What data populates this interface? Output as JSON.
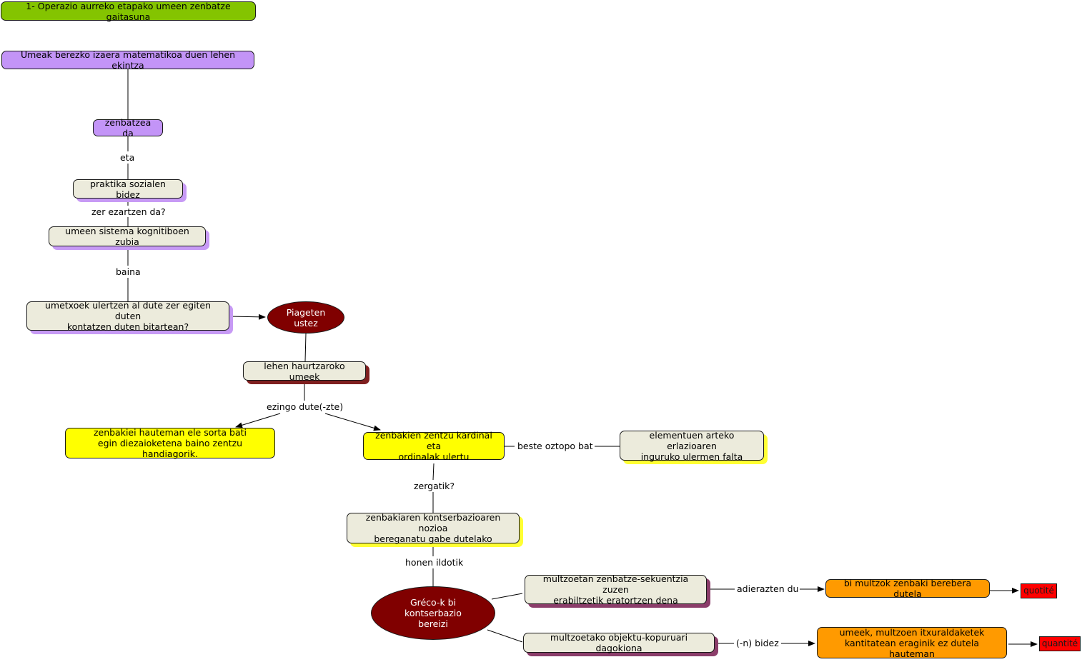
{
  "title": "1- Operazio aurreko etapako umeen zenbatze gaitasuna",
  "nodes": {
    "lehen_ekintza": "Umeak berezko izaera matematikoa duen lehen ekintza",
    "zenbatzea": "zenbatzea da",
    "praktika": "praktika sozialen bidez",
    "zubia": "umeen sistema kognitiboen zubia",
    "umetxoek": "umetxoek ulertzen al dute zer egiten duten\nkontatzen duten bitartean?",
    "piageten": "Piageten ustez",
    "haurtzaroko": "lehen haurtzaroko umeek",
    "hauteman": "zenbakiei hauteman ele sorta bati\negin diezaioketena baino zentzu handiagorik.",
    "kardinal": "zenbakien zentzu kardinal eta\nordinalak ulertu",
    "erlazioa": "elementuen arteko erlazioaren\ninguruko ulermen falta",
    "kontserbazio_nozioa": "zenbakiaren kontserbazioaren nozioa\nbereganatu gabe dutelako",
    "greco": "Gréco-k bi kontserbazio\nbereizi",
    "sekuentzia": "multzoetan zenbatze-sekuentzia zuzen\nerabiltzetik eratortzen dena",
    "kopurua": "multzoetako objektu-kopuruari dagokiona",
    "berebera": "bi multzok zenbaki berebera dutela",
    "itxuraldaketek": "umeek, multzoen itxuraldaketek\nkantitatean eraginik ez dutela hauteman",
    "quotite": "quotité",
    "quantite": "quantité"
  },
  "links": {
    "eta": "eta",
    "zer_ezartzen": "zer ezartzen da?",
    "baina": "baina",
    "ezingo": "ezingo dute(-zte)",
    "beste_oztopo": "beste oztopo bat",
    "zergatik": "zergatik?",
    "honen_ildotik": "honen ildotik",
    "adierazten": "adierazten du",
    "bidez": "(-n) bidez"
  },
  "colors": {
    "title_bg": "#84c400",
    "purple": "#c394f7",
    "beige": "#ecebdc",
    "maroon": "#800000",
    "yellow": "#ffff00",
    "orange": "#ff9a00",
    "red": "#ff0000"
  }
}
